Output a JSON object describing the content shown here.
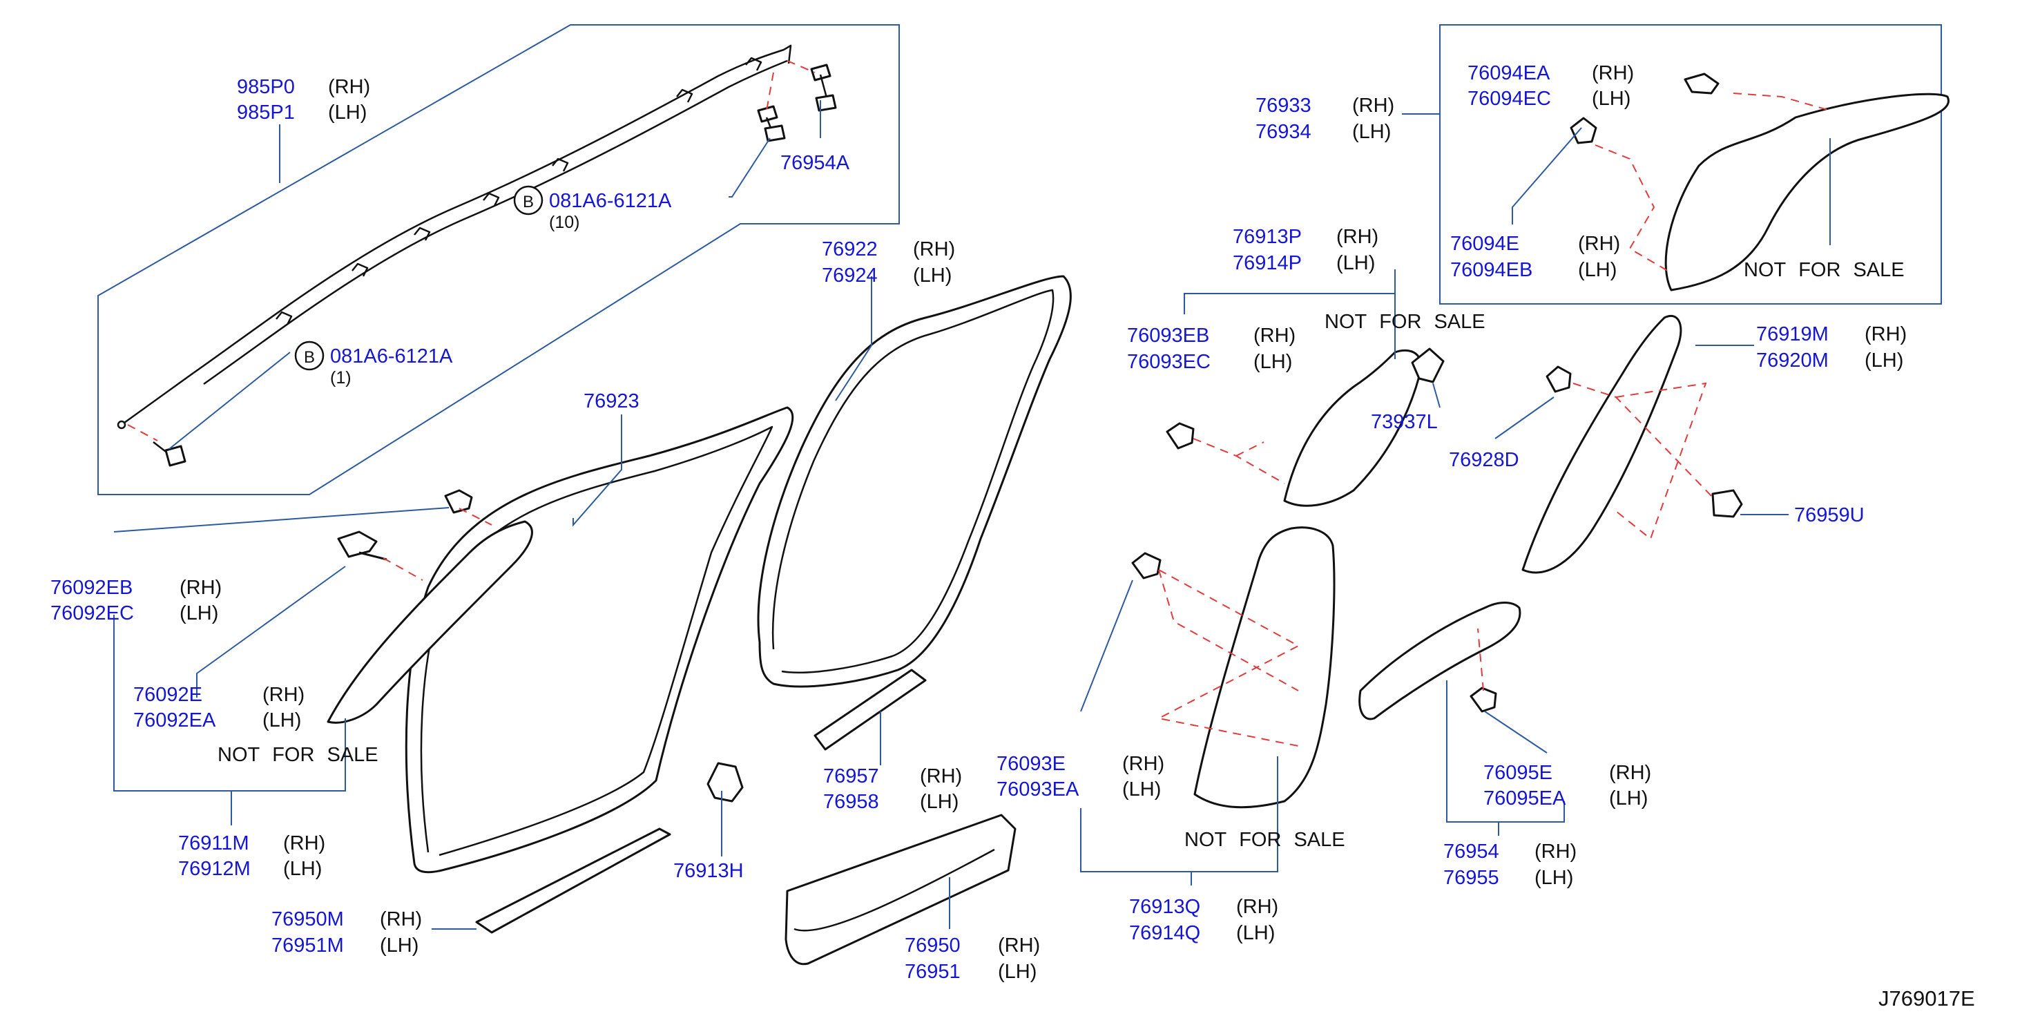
{
  "labels": {
    "l985P0": "985P0",
    "l985P1": "985P1",
    "l76954A": "76954A",
    "b_top": "081A6-6121A",
    "b_top_qty": "(10)",
    "b_bot": "081A6-6121A",
    "b_bot_qty": "(1)",
    "circle_letter": "B",
    "l76922": "76922",
    "l76924": "76924",
    "l76923": "76923",
    "l76092EB": "76092EB",
    "l76092EC": "76092EC",
    "l76092E": "76092E",
    "l76092EA": "76092EA",
    "l76911M": "76911M",
    "l76912M": "76912M",
    "l76950M": "76950M",
    "l76951M": "76951M",
    "l76913H": "76913H",
    "l76957": "76957",
    "l76958": "76958",
    "l76950": "76950",
    "l76951": "76951",
    "l76933": "76933",
    "l76934": "76934",
    "l76094EA": "76094EA",
    "l76094EC": "76094EC",
    "l76094E": "76094E",
    "l76094EB": "76094EB",
    "l76913P": "76913P",
    "l76914P": "76914P",
    "l76093EB": "76093EB",
    "l76093EC": "76093EC",
    "l73937L": "73937L",
    "l76919M": "76919M",
    "l76920M": "76920M",
    "l76928D": "76928D",
    "l76959U": "76959U",
    "l76093E": "76093E",
    "l76093EA": "76093EA",
    "l76913Q": "76913Q",
    "l76914Q": "76914Q",
    "l76095E": "76095E",
    "l76095EA": "76095EA",
    "l76954": "76954",
    "l76955": "76955",
    "diagram_code": "J769017E"
  },
  "sides": {
    "rh": "(RH)",
    "lh": "(LH)"
  },
  "nfs": {
    "w1": "NOT",
    "w2": "FOR",
    "w3": "SALE"
  }
}
